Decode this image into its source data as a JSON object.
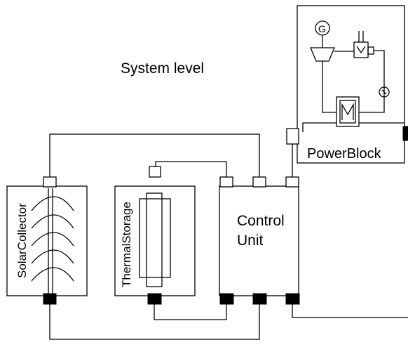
{
  "diagram": {
    "title": "System level",
    "blocks": {
      "solar_collector": {
        "label": "SolarCollector"
      },
      "thermal_storage": {
        "label": "ThermalStorage"
      },
      "control_unit": {
        "label_line1": "Control",
        "label_line2": "Unit"
      },
      "power_block": {
        "label": "PowerBlock",
        "generator_symbol": "G"
      }
    },
    "colors": {
      "line": "#000000",
      "port_fill": "#ffffff",
      "port_dark": "#000000",
      "background": "#ffffff"
    }
  }
}
